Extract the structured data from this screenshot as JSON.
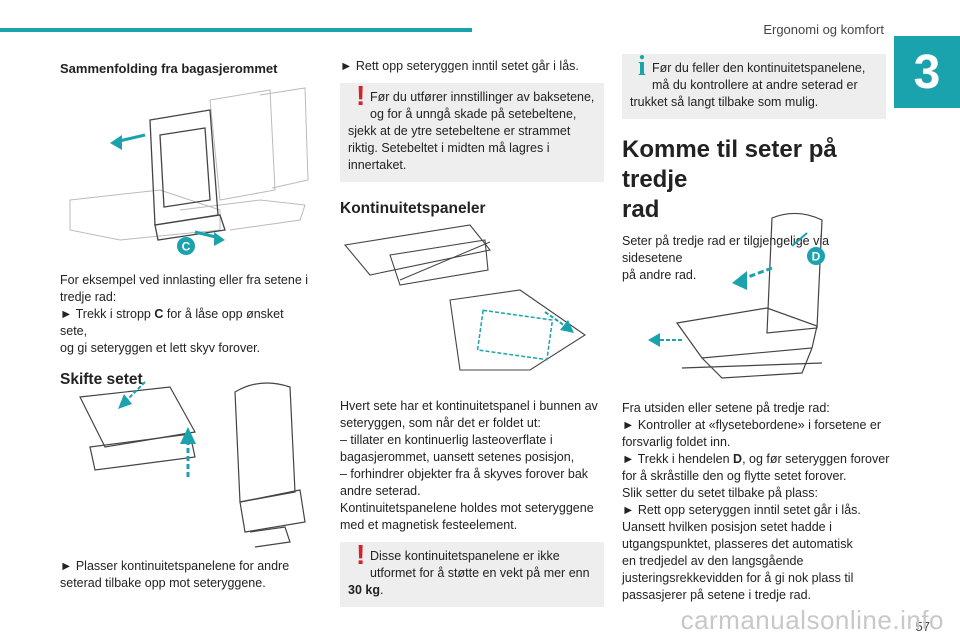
{
  "header": {
    "section": "Ergonomi og komfort",
    "chapter": "3"
  },
  "col1": {
    "heading": "Sammenfolding fra bagasjerommet",
    "fig1_label": "C",
    "para1_l1": "For eksempel ved innlasting eller fra setene i",
    "para1_l2": "tredje rad:",
    "para1_l3a": "► Trekk i stropp ",
    "para1_l3b": "C",
    "para1_l3c": " for å låse opp ønsket sete,",
    "para1_l4": "og gi seteryggen et lett skyv forover.",
    "heading2": "Skifte setet",
    "para2_l1": "► Plasser kontinuitetspanelene for andre",
    "para2_l2": "seterad tilbake opp mot seteryggene."
  },
  "col2": {
    "bullet1": "► Rett opp seteryggen inntil setet går i lås.",
    "warn1_l1": "Før du utfører innstillinger av baksetene,",
    "warn1_l2": "og for å unngå skade på setebeltene,",
    "warn1_l3": "sjekk at de ytre setebeltene er strammet",
    "warn1_l4": "riktig. Setebeltet i midten må lagres i",
    "warn1_l5": "innertaket.",
    "heading": "Kontinuitetspaneler",
    "p_l1": "Hvert sete har et kontinuitetspanel i bunnen av",
    "p_l2": "seteryggen, som når det er foldet ut:",
    "p_l3": "– tillater en kontinuerlig lasteoverflate i",
    "p_l4": "bagasjerommet, uansett setenes posisjon,",
    "p_l5": "– forhindrer objekter fra å skyves forover bak",
    "p_l6": "andre seterad.",
    "p_l7": "Kontinuitetspanelene holdes mot seteryggene",
    "p_l8": "med et magnetisk festeelement.",
    "warn2_l1": "Disse kontinuitetspanelene er ikke",
    "warn2_l2": "utformet for å støtte en vekt på mer enn",
    "warn2_l3a": "30 kg",
    "warn2_l3b": "."
  },
  "col3": {
    "info_l1": "Før du feller den kontinuitetspanelene,",
    "info_l2": "må du kontrollere at andre seterad er",
    "info_l3": "trukket så langt tilbake som mulig.",
    "heading_l1": "Komme til seter på tredje",
    "heading_l2": "rad",
    "intro_l1": "Seter på tredje rad er tilgjengelige via sidesetene",
    "intro_l2": "på andre rad.",
    "fig_label": "D",
    "p_l1": "Fra utsiden eller setene på tredje rad:",
    "p_l2": "► Kontroller at «flysetebordene» i forsetene er",
    "p_l3": "forsvarlig foldet inn.",
    "p_l4a": "► Trekk i hendelen ",
    "p_l4b": "D",
    "p_l4c": ", og før seteryggen forover",
    "p_l5": "for å skråstille den og flytte setet forover.",
    "p_l6": "Slik setter du setet tilbake på plass:",
    "p_l7": "► Rett opp seteryggen inntil setet går i lås.",
    "p_l8": "Uansett hvilken posisjon setet hadde i",
    "p_l9": "utgangspunktet, plasseres det automatisk",
    "p_l10": "en tredjedel av den langsgående",
    "p_l11": "justeringsrekkevidden for å gi nok plass til",
    "p_l12": "passasjerer på setene i tredje rad."
  },
  "footer": {
    "page": "57",
    "watermark": "carmanualsonline.info"
  },
  "colors": {
    "accent": "#1aa3ad",
    "warning": "#d2232a",
    "note_bg": "#eeeeee"
  },
  "icons": [
    "warning-icon",
    "info-icon"
  ]
}
